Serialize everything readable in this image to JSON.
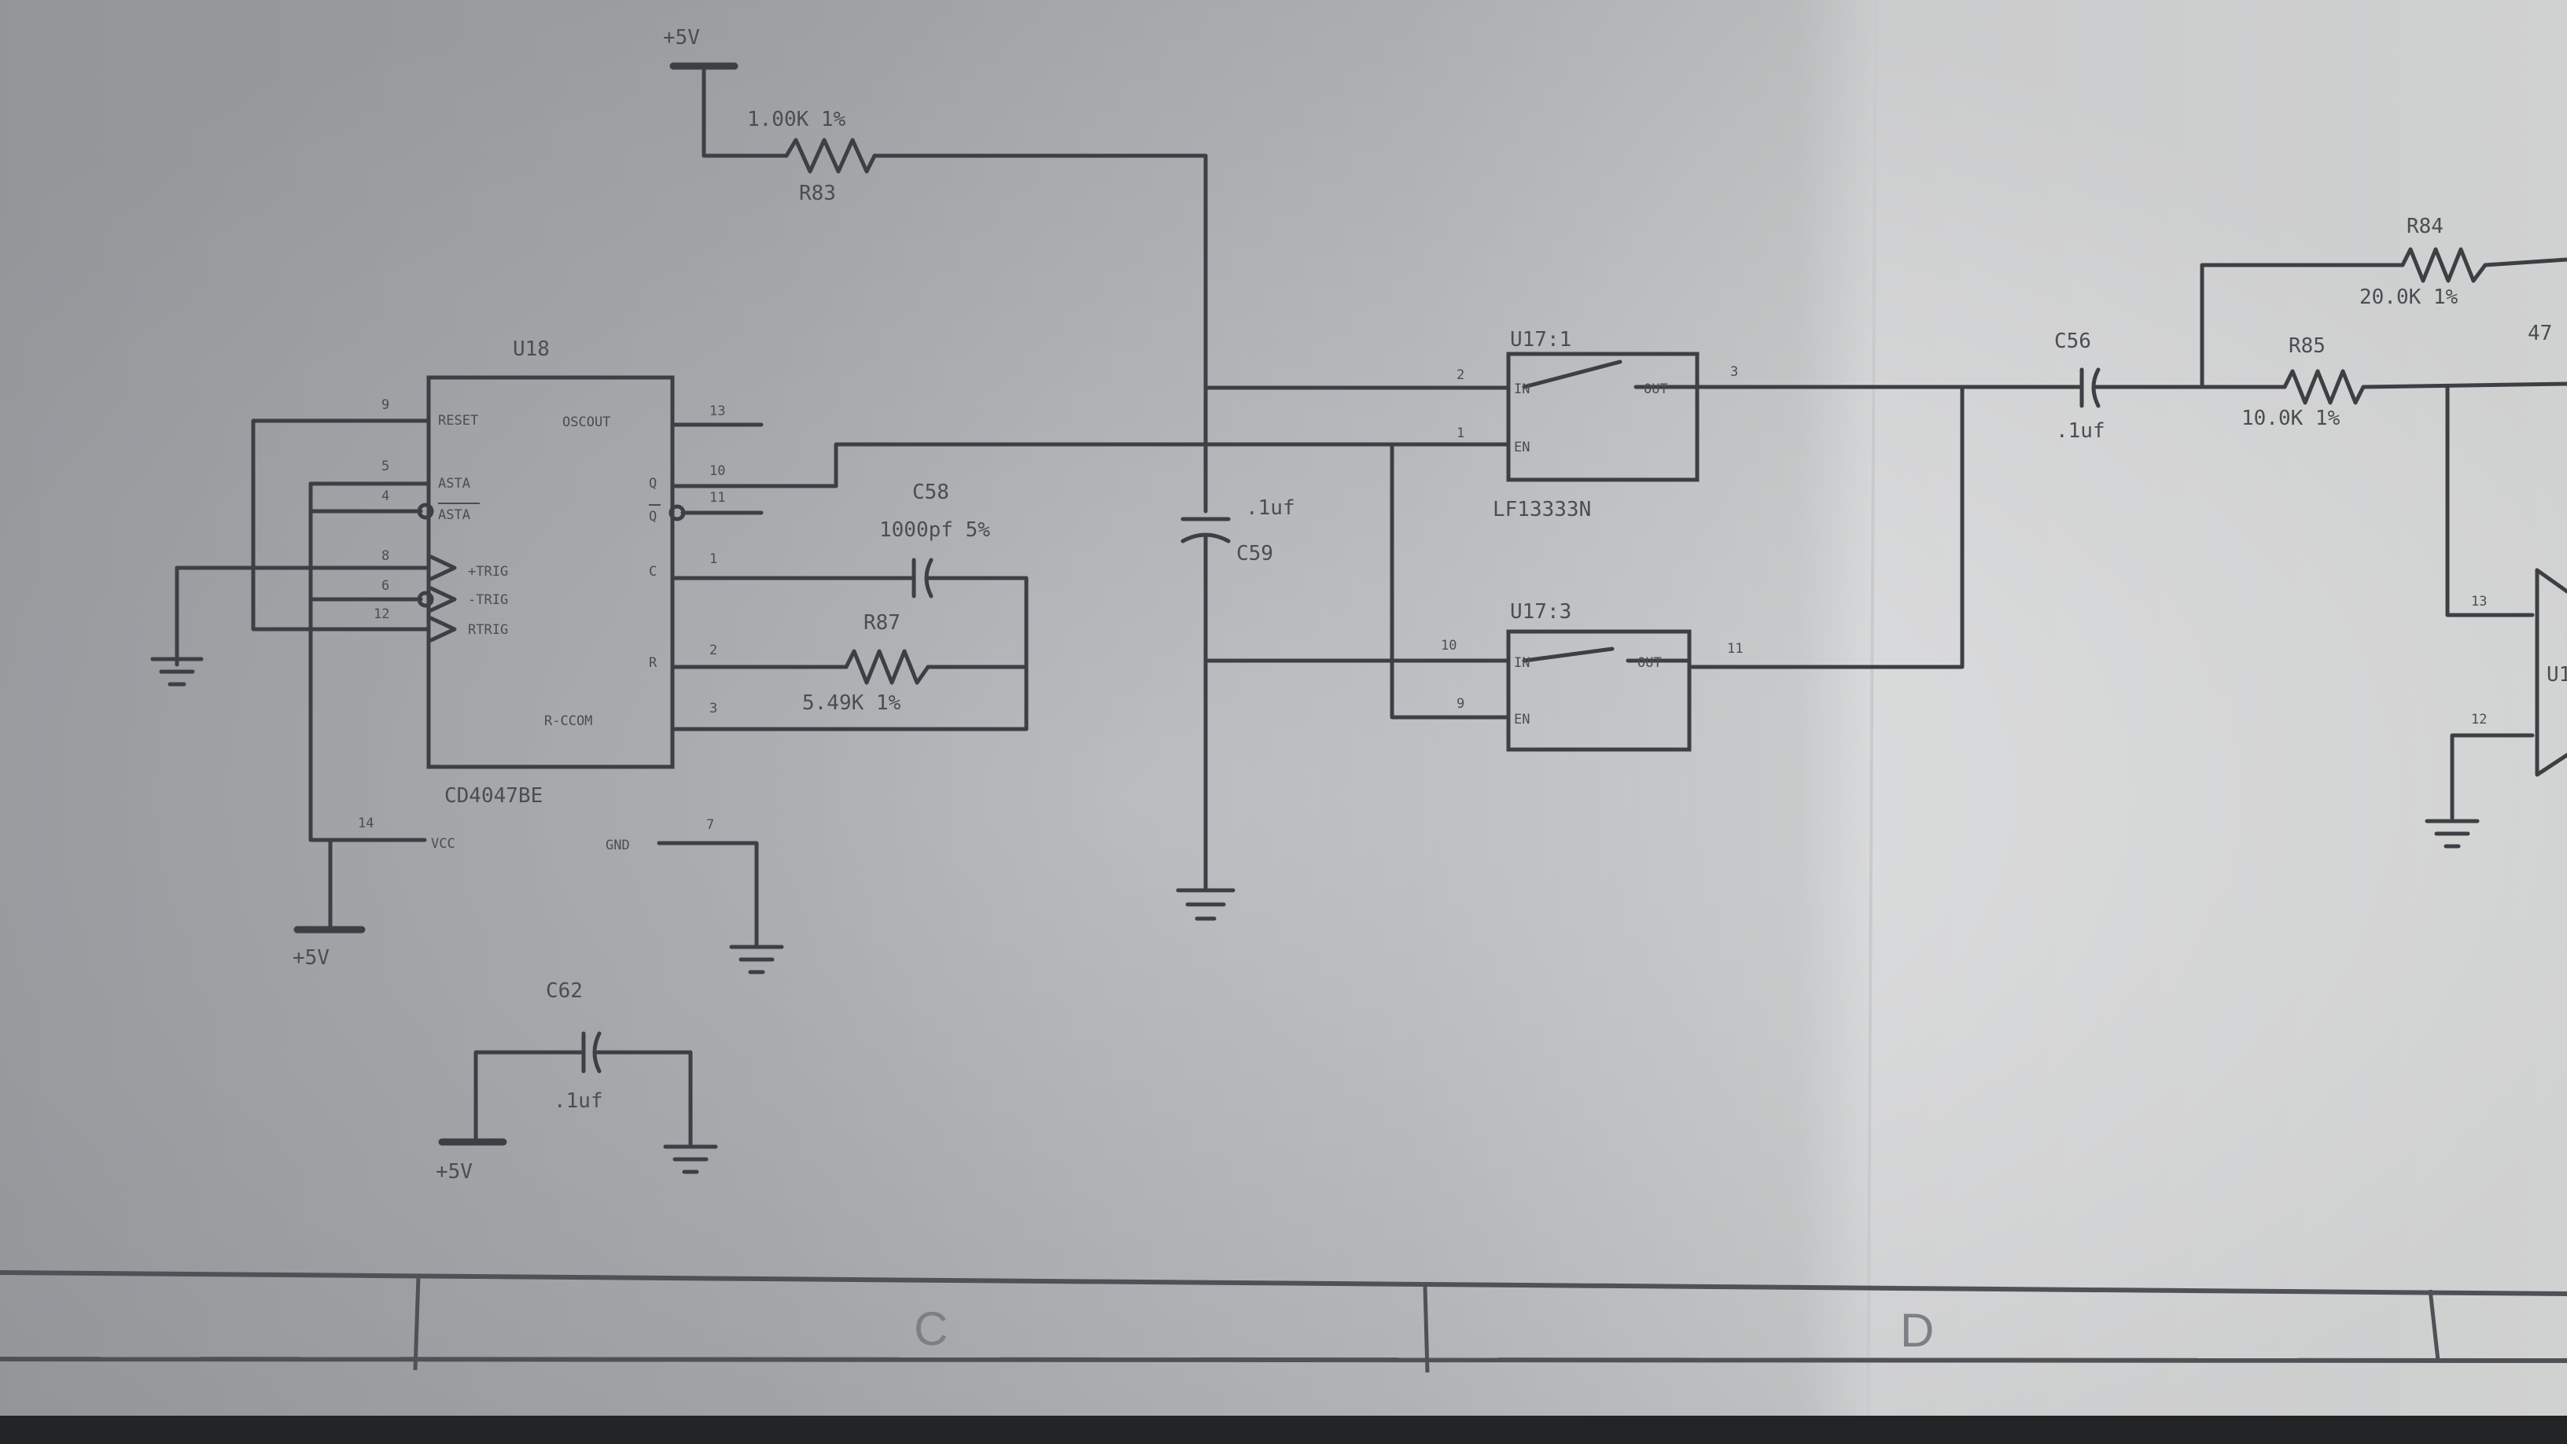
{
  "power": {
    "vcc_top": "+5V",
    "vcc_left": "+5V",
    "vcc_bottom": "+5V"
  },
  "u18": {
    "ref": "U18",
    "part": "CD4047BE",
    "pins": {
      "reset": "RESET",
      "osc_out": "OSCOUT",
      "asta": "ASTA",
      "asta_bar": "ASTA",
      "ptrig": "+TRIG",
      "ntrig": "-TRIG",
      "rtrig": "RTRIG",
      "q": "Q",
      "q_bar": "Q",
      "c": "C",
      "r": "R",
      "rcom": "R-CCOM",
      "vcc": "VCC",
      "gnd": "GND"
    },
    "pin_numbers": {
      "reset": "9",
      "asta": "5",
      "asta_bar": "4",
      "ptrig": "8",
      "ntrig": "6",
      "rtrig": "12",
      "osc_out": "13",
      "q": "10",
      "q_bar": "11",
      "c": "1",
      "r": "2",
      "rcom": "3",
      "vcc": "14",
      "gnd": "7"
    }
  },
  "r83": {
    "ref": "R83",
    "value": "1.00K 1%"
  },
  "r84": {
    "ref": "R84",
    "value": "20.0K 1%"
  },
  "r85": {
    "ref": "R85",
    "value": "10.0K 1%"
  },
  "r87": {
    "ref": "R87",
    "value": "5.49K 1%"
  },
  "c56": {
    "ref": "C56",
    "value": ".1uf"
  },
  "c58": {
    "ref": "C58",
    "value": "1000pf 5%"
  },
  "c59": {
    "ref": "C59",
    "value": ".1uf"
  },
  "c62": {
    "ref": "C62",
    "value": ".1uf"
  },
  "u17_1": {
    "ref": "U17:1",
    "part": "LF13333N",
    "pin_in": "2",
    "pin_ctl": "1",
    "pin_out": "3",
    "in_label": "IN",
    "ctl_label": "EN",
    "out_label": "OUT"
  },
  "u17_3": {
    "ref": "U17:3",
    "pin_in": "10",
    "pin_ctl": "9",
    "pin_out": "11",
    "in_label": "IN",
    "ctl_label": "EN",
    "out_label": "OUT"
  },
  "u1x": {
    "ref": "U1",
    "pin_a": "13",
    "pin_b": "12",
    "partial_value": "47"
  },
  "title_block": {
    "zone_c": "C",
    "zone_d": "D"
  }
}
